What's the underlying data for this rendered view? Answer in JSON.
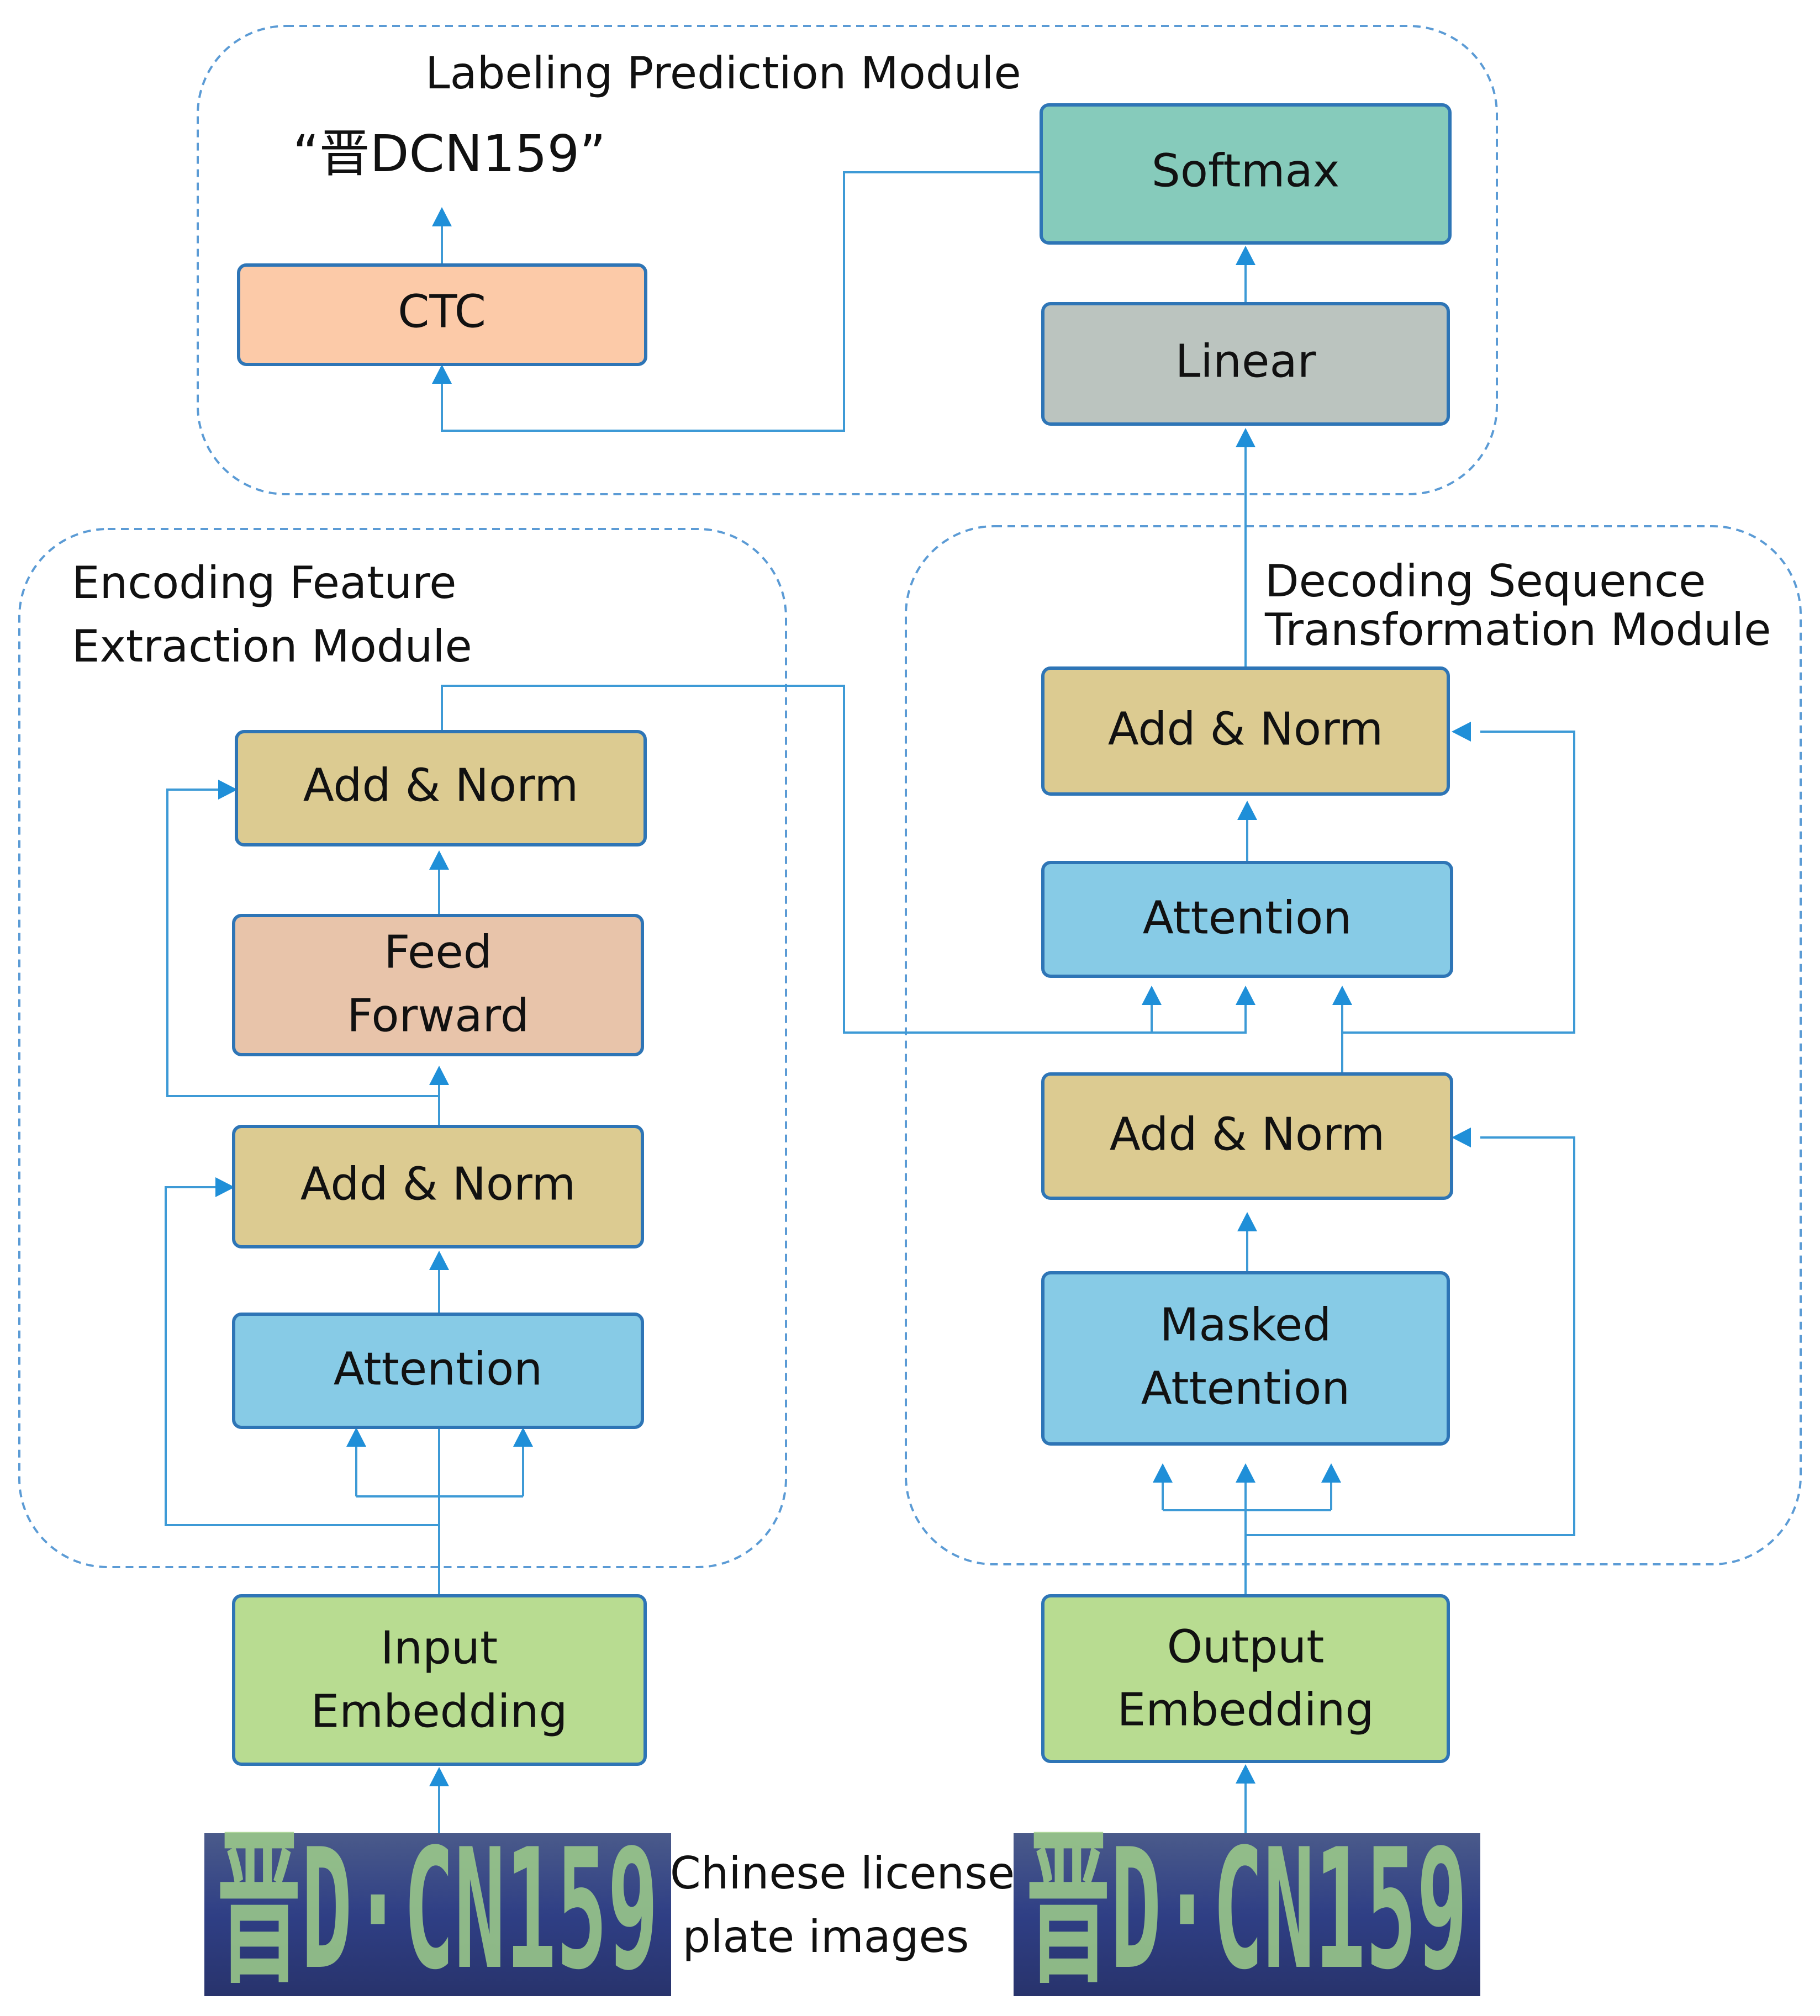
{
  "modules": {
    "labeling": "Labeling Prediction Module",
    "encoding_line1": "Encoding Feature",
    "encoding_line2": "Extraction Module",
    "decoding_line1": "Decoding Sequence",
    "decoding_line2": "Transformation Module"
  },
  "output_label": "“晋DCN159”",
  "blocks": {
    "softmax": "Softmax",
    "linear": "Linear",
    "ctc": "CTC",
    "enc_add_norm_top": "Add & Norm",
    "feed_forward_line1": "Feed",
    "feed_forward_line2": "Forward",
    "enc_add_norm_bottom": "Add & Norm",
    "enc_attention": "Attention",
    "dec_add_norm_top": "Add & Norm",
    "dec_attention": "Attention",
    "dec_add_norm_bottom": "Add & Norm",
    "masked_attention_line1": "Masked",
    "masked_attention_line2": "Attention",
    "input_embedding_line1": "Input",
    "input_embedding_line2": "Embedding",
    "output_embedding_line1": "Output",
    "output_embedding_line2": "Embedding"
  },
  "images": {
    "caption_line1": "Chinese license",
    "caption_line2": "plate images",
    "left_plate_text": "晋D·CN159",
    "right_plate_text": "晋D·CN159"
  },
  "colors": {
    "softmax": "#86cbbb",
    "linear": "#bbc4bf",
    "ctc": "#fccaa8",
    "add_norm": "#dccb91",
    "feed_forward": "#e8c4aa",
    "attention": "#87cbe6",
    "embedding": "#b8dc91",
    "connector": "#3d9ad6",
    "region_border": "#5b9bd5",
    "plate_background": "#34407a"
  }
}
